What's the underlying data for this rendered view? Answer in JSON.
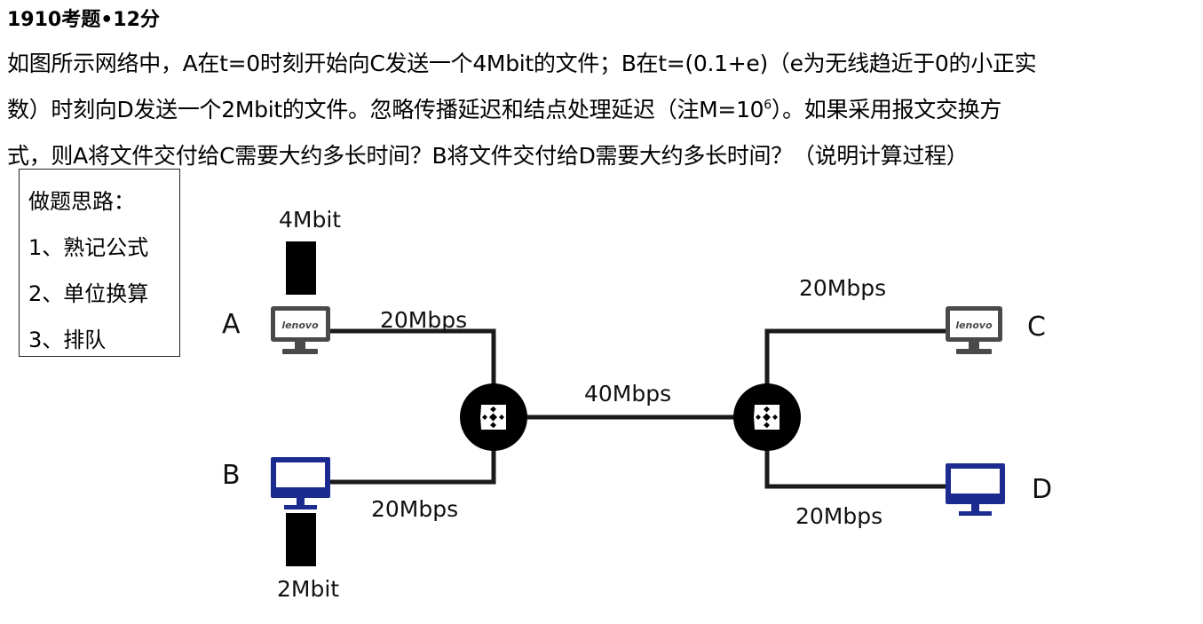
{
  "header": {
    "title": "1910考题•12分"
  },
  "question": {
    "line1": "如图所示网络中，A在t=0时刻开始向C发送一个4Mbit的文件；B在t=(0.1+e)（e为无线趋近于0的小正实",
    "line2_pre": "数）时刻向D发送一个2Mbit的文件。忽略传播延迟和结点处理延迟（注M=10",
    "line2_exp": "6",
    "line2_post": "）。如果采用报文交换方",
    "line3": "式，则A将文件交付给C需要大约多长时间？B将文件交付给D需要大约多长时间？（说明计算过程）"
  },
  "hints": {
    "heading": "做题思路：",
    "items": [
      "1、熟记公式",
      "2、单位换算",
      "3、排队"
    ]
  },
  "diagram": {
    "nodes": {
      "a": "A",
      "b": "B",
      "c": "C",
      "d": "D"
    },
    "files": {
      "a": "4Mbit",
      "b": "2Mbit"
    },
    "links": {
      "a_router": "20Mbps",
      "b_router": "20Mbps",
      "router_router": "40Mbps",
      "router_c": "20Mbps",
      "router_d": "20Mbps"
    },
    "brand": "lenovo",
    "colors": {
      "link": "#1a1a1a",
      "gray_pc": "#4a4a4a",
      "blue_pc": "#1b2b8f",
      "router": "#000000"
    }
  }
}
